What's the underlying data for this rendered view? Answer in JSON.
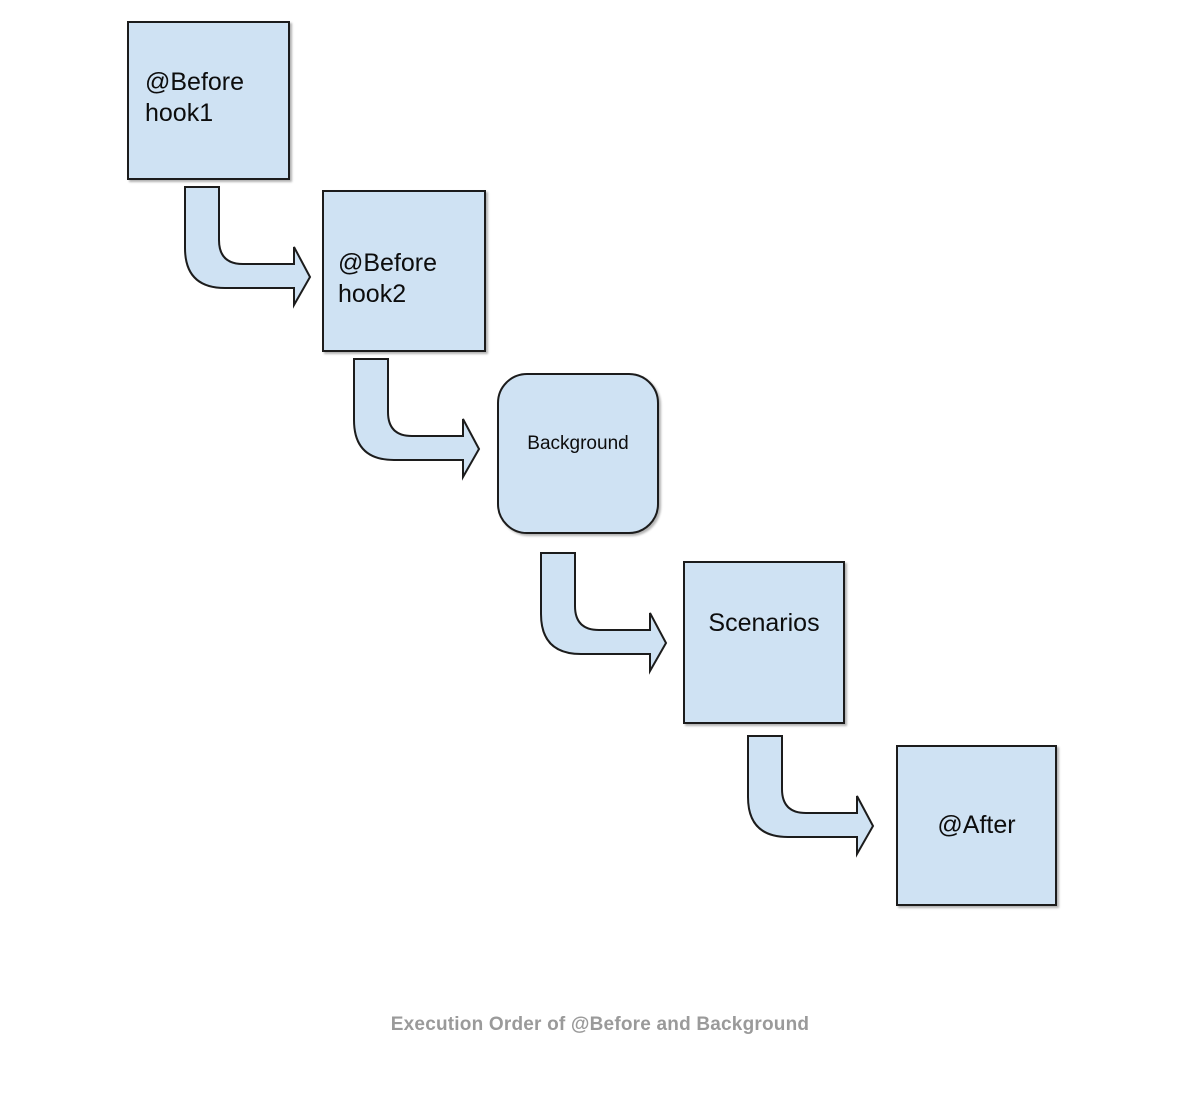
{
  "diagram": {
    "caption": "Execution Order of @Before and Background",
    "colors": {
      "node_fill": "#cfe2f3",
      "node_border": "#1c1c1c",
      "arrow_fill": "#cfe2f3",
      "arrow_border": "#1c1c1c",
      "caption_text": "#9a9a9a",
      "background": "#ffffff"
    },
    "nodes": [
      {
        "id": "before-hook1",
        "label": "@Before\nhook1",
        "shape": "rectangle"
      },
      {
        "id": "before-hook2",
        "label": "@Before\nhook2",
        "shape": "rectangle"
      },
      {
        "id": "background",
        "label": "Background",
        "shape": "rounded-rectangle"
      },
      {
        "id": "scenarios",
        "label": "Scenarios",
        "shape": "rectangle"
      },
      {
        "id": "after",
        "label": "@After",
        "shape": "rectangle"
      }
    ],
    "edges": [
      {
        "id": "edge-1",
        "from": "before-hook1",
        "to": "before-hook2",
        "style": "elbow-arrow-down-right"
      },
      {
        "id": "edge-2",
        "from": "before-hook2",
        "to": "background",
        "style": "elbow-arrow-down-right"
      },
      {
        "id": "edge-3",
        "from": "background",
        "to": "scenarios",
        "style": "elbow-arrow-down-right"
      },
      {
        "id": "edge-4",
        "from": "scenarios",
        "to": "after",
        "style": "elbow-arrow-down-right"
      }
    ]
  }
}
